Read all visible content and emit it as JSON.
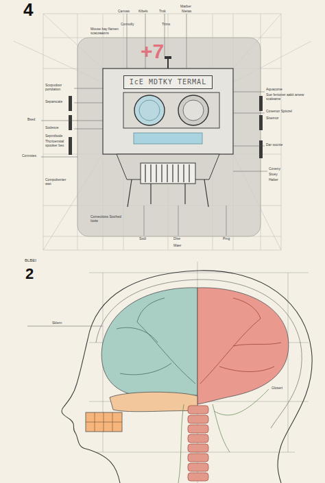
{
  "diagram": {
    "nodes": [
      {
        "text": [
          "IcE MDTKY TERMAL"
        ]
      }
    ],
    "labels": [
      "4",
      "+7",
      "2",
      "BLBEI",
      "Canvas",
      "Kibels",
      "Trok",
      "Marber",
      "Nietas",
      "Connolly",
      "Trims",
      "Mouse bay flamen scacoaaons",
      "Scopudoor portdation",
      "Separscate",
      "Bsed",
      "Sodesve",
      "Sepmibode",
      "Thcrioenstal spooker bex",
      "Connstes",
      "Compobenter wwt",
      "Aquacome",
      "Sue fentoner aakit arsew scaleame",
      "Cosemor Spiszel",
      "Sisemor",
      "Dar socnte",
      "Coveny",
      "Stuey",
      "Haber",
      "Comectioss Soohed Ioote",
      "Sodi",
      "Dise",
      "Pmg",
      "Maer",
      "Sklern",
      "Glosert"
    ]
  }
}
